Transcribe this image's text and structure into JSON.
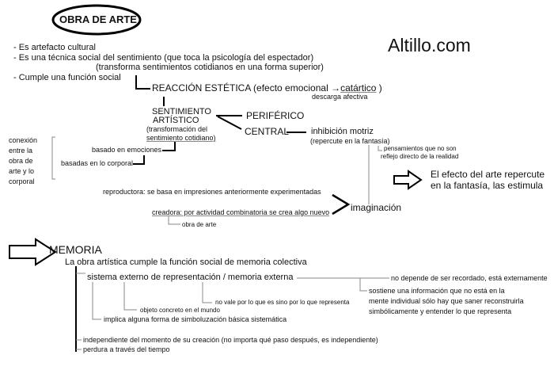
{
  "title": "OBRA DE ARTE",
  "watermark": "Altillo.com",
  "features": [
    "- Es artefacto cultural",
    "- Es una técnica social del sentimiento (que toca la psicología del espectador)",
    "(transforma sentimientos cotidianos en una forma superior)",
    "- Cumple una función social"
  ],
  "reaccion": {
    "label": "REACCIÓN ESTÉTICA (efecto emocional →",
    "catartico": "catártico",
    "close": ")",
    "note": "descarga afectiva"
  },
  "sentimiento": {
    "line1": "SENTIMIENTO",
    "line2": "ARTÍSTICO",
    "note1": "(transformación del",
    "note2": "sentimiento cotidiano)"
  },
  "periferico": "PERIFÉRICO",
  "central": "CENTRAL",
  "inhibicion": {
    "label": "inhibición motriz",
    "note": "(repercute en la fantasía)",
    "sub1": "pensamientos que no son",
    "sub2": "reflejo directo de la realidad"
  },
  "efecto": {
    "line1": "El efecto del arte repercute",
    "line2": "en la fantasía, las estimula"
  },
  "conexion": [
    "conexión",
    "entre la",
    "obra de",
    "arte y lo",
    "corporal"
  ],
  "basado": "basado en emociones",
  "basadas": "basadas en lo corporal",
  "reproductora": "reproductora: se basa en impresiones anteriormente experimentadas",
  "creadora": "creadora: por actividad combinatoria se crea algo nuevo",
  "obra_de_arte": "obra de arte",
  "imaginacion": "imaginación",
  "memoria": {
    "title": "MEMORIA",
    "intro": "La obra artística cumple la función social de memoria colectiva",
    "sistema": "sistema externo de representación / memoria externa",
    "no_depende": "no depende de ser recordado, está externamente",
    "sostiene": [
      "sostiene una información que no está en la",
      "mente individual sólo hay que saner reconstruirla",
      "simbólicamente y entender lo que representa"
    ],
    "no_vale": "no vale por lo que es sino por lo que representa",
    "objeto": "objeto concreto en el mundo",
    "implica": "implica alguna forma de simboluzación básica sistemática",
    "independiente": "independiente del momento de su creación (no importa qué paso después, es independiente)",
    "perdura": "perdura a través del tiempo"
  }
}
